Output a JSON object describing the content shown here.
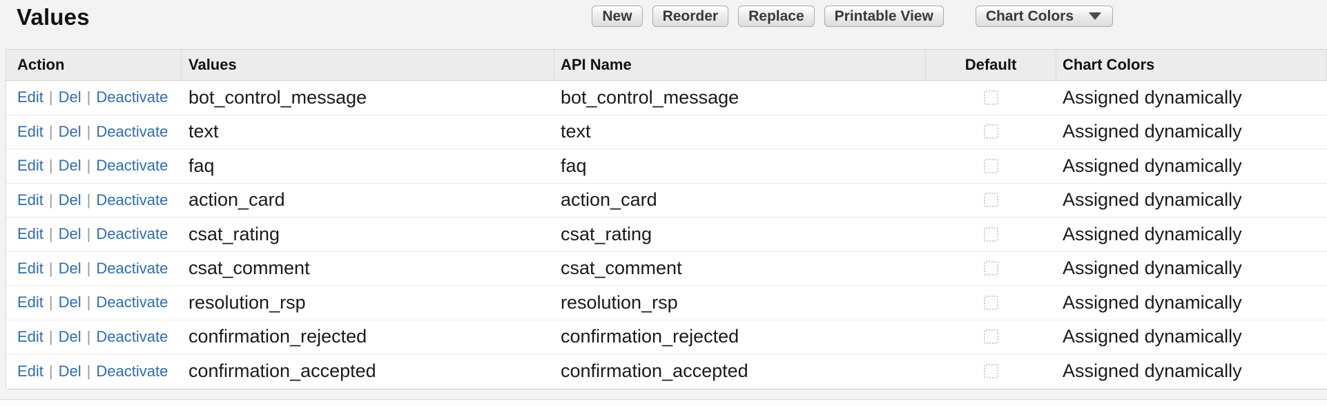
{
  "page": {
    "title": "Values"
  },
  "toolbar": {
    "buttons": [
      "New",
      "Reorder",
      "Replace",
      "Printable View"
    ],
    "dropdown_label": "Chart Colors",
    "dropdown_icon": "caret-down-icon"
  },
  "table": {
    "columns": [
      "Action",
      "Values",
      "API Name",
      "Default",
      "Chart Colors"
    ],
    "row_actions": {
      "edit": "Edit",
      "del": "Del",
      "deactivate": "Deactivate",
      "separator": "|"
    },
    "rows": [
      {
        "value": "bot_control_message",
        "api_name": "bot_control_message",
        "default_checked": false,
        "chart_colors": "Assigned dynamically"
      },
      {
        "value": "text",
        "api_name": "text",
        "default_checked": false,
        "chart_colors": "Assigned dynamically"
      },
      {
        "value": "faq",
        "api_name": "faq",
        "default_checked": false,
        "chart_colors": "Assigned dynamically"
      },
      {
        "value": "action_card",
        "api_name": "action_card",
        "default_checked": false,
        "chart_colors": "Assigned dynamically"
      },
      {
        "value": "csat_rating",
        "api_name": "csat_rating",
        "default_checked": false,
        "chart_colors": "Assigned dynamically"
      },
      {
        "value": "csat_comment",
        "api_name": "csat_comment",
        "default_checked": false,
        "chart_colors": "Assigned dynamically"
      },
      {
        "value": "resolution_rsp",
        "api_name": "resolution_rsp",
        "default_checked": false,
        "chart_colors": "Assigned dynamically"
      },
      {
        "value": "confirmation_rejected",
        "api_name": "confirmation_rejected",
        "default_checked": false,
        "chart_colors": "Assigned dynamically"
      },
      {
        "value": "confirmation_accepted",
        "api_name": "confirmation_accepted",
        "default_checked": false,
        "chart_colors": "Assigned dynamically"
      }
    ]
  },
  "colors": {
    "link": "#2b6cb5",
    "separator": "#999999",
    "page_bg": "#f3f3f3",
    "header_bg": "#ececec",
    "row_bg": "#ffffff",
    "table_border": "#d6d6d6",
    "checkbox_border": "#cccccc"
  }
}
